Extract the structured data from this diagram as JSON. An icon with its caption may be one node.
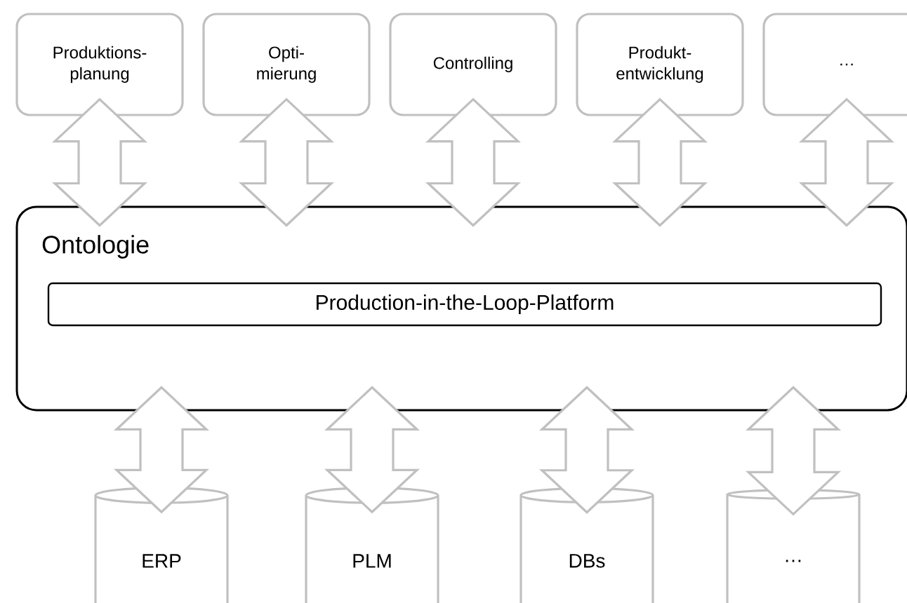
{
  "diagram": {
    "nodes": [
      {
        "text": [
          "Produktions- planung"
        ]
      },
      {
        "text": [
          "Opti- mierung"
        ]
      },
      {
        "text": [
          "Controlling"
        ]
      },
      {
        "text": [
          "Produkt- entwicklung"
        ]
      },
      {
        "text": [
          "…"
        ]
      },
      {
        "text": [
          "Ontologie"
        ]
      },
      {
        "text": [
          "Production-in-the-Loop-Platform"
        ],
        "in": 5
      },
      {
        "text": [
          "ERP"
        ]
      },
      {
        "text": [
          "PLM"
        ]
      },
      {
        "text": [
          "DBs"
        ]
      },
      {
        "text": [
          "…"
        ]
      }
    ],
    "edges": [
      {
        "from": 0,
        "to": 5,
        "arrow": "both"
      },
      {
        "from": 1,
        "to": 5,
        "arrow": "both"
      },
      {
        "from": 2,
        "to": 5,
        "arrow": "both"
      },
      {
        "from": 3,
        "to": 5,
        "arrow": "both"
      },
      {
        "from": 4,
        "to": 5,
        "arrow": "both"
      },
      {
        "from": 5,
        "to": 7,
        "arrow": "both"
      },
      {
        "from": 5,
        "to": 8,
        "arrow": "both"
      },
      {
        "from": 5,
        "to": 9,
        "arrow": "both"
      },
      {
        "from": 5,
        "to": 10,
        "arrow": "both"
      }
    ]
  }
}
